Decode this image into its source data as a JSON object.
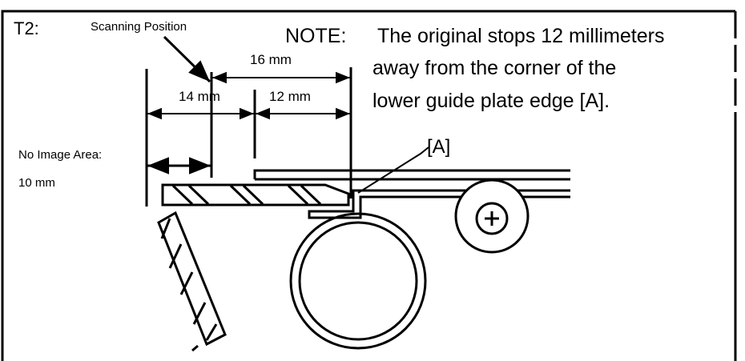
{
  "figure_id": "T2:",
  "scanning_position_label": "Scanning Position",
  "note": {
    "lead": "NOTE:",
    "lines": [
      "The original stops 12 millimeters",
      "away from the corner of the",
      "lower guide plate edge [A]."
    ]
  },
  "dimensions": {
    "total": "16 mm",
    "left": "14 mm",
    "right": "12 mm"
  },
  "no_image_area": {
    "label": "No Image Area:",
    "value": "10 mm"
  },
  "callout_a": "[A]"
}
